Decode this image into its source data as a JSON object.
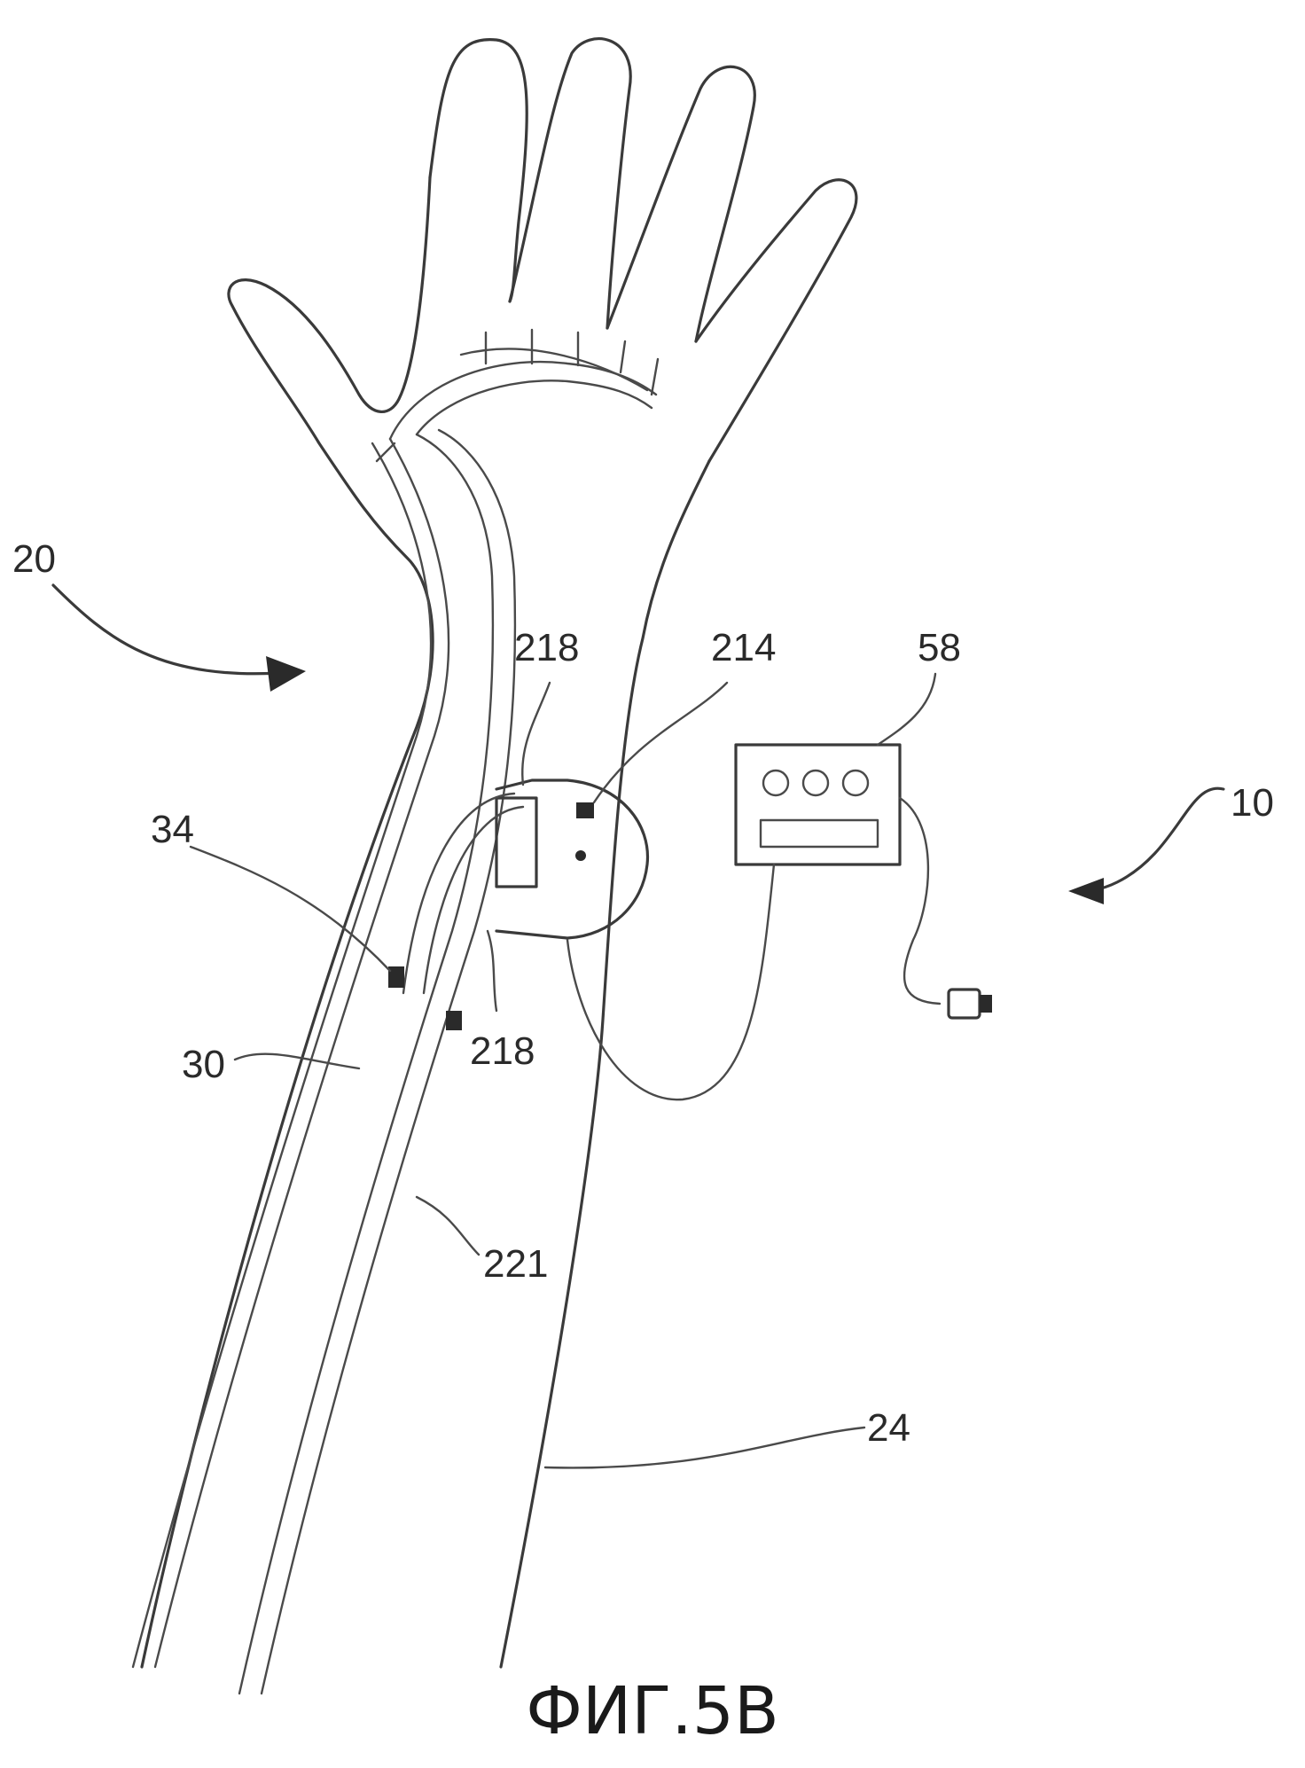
{
  "figure": {
    "caption": "ФИГ.5B",
    "reference_numerals": {
      "arm_system": "20",
      "device_system": "10",
      "controller": "58",
      "cuff": "214",
      "sensor_top": "218",
      "sensor_bottom": "218",
      "marker": "34",
      "vessel": "30",
      "conduit": "221",
      "limb": "24"
    }
  }
}
